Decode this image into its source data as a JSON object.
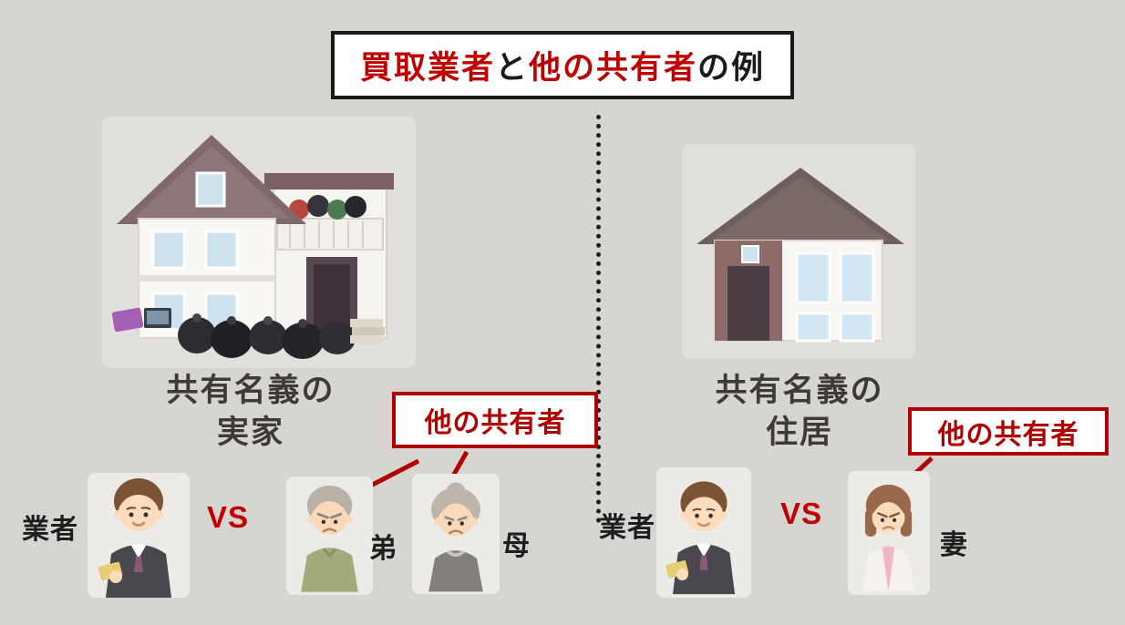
{
  "colors": {
    "background": "#d7d5d2",
    "accent_red": "#c00000",
    "callout_border_red": "#b00000"
  },
  "title": {
    "segments": [
      {
        "text": "買取業者"
      },
      {
        "text": "と"
      },
      {
        "text": "他の共有者"
      },
      {
        "text": "の例"
      }
    ]
  },
  "left": {
    "property_line1": "共有名義の",
    "property_line2": "実家",
    "callout": "他の共有者",
    "buyer": "業者",
    "vs": "VS",
    "coowners": [
      {
        "name": "弟"
      },
      {
        "name": "母"
      }
    ]
  },
  "right": {
    "property_line1": "共有名義の",
    "property_line2": "住居",
    "callout": "他の共有者",
    "buyer": "業者",
    "vs": "VS",
    "coowners": [
      {
        "name": "妻"
      }
    ]
  }
}
